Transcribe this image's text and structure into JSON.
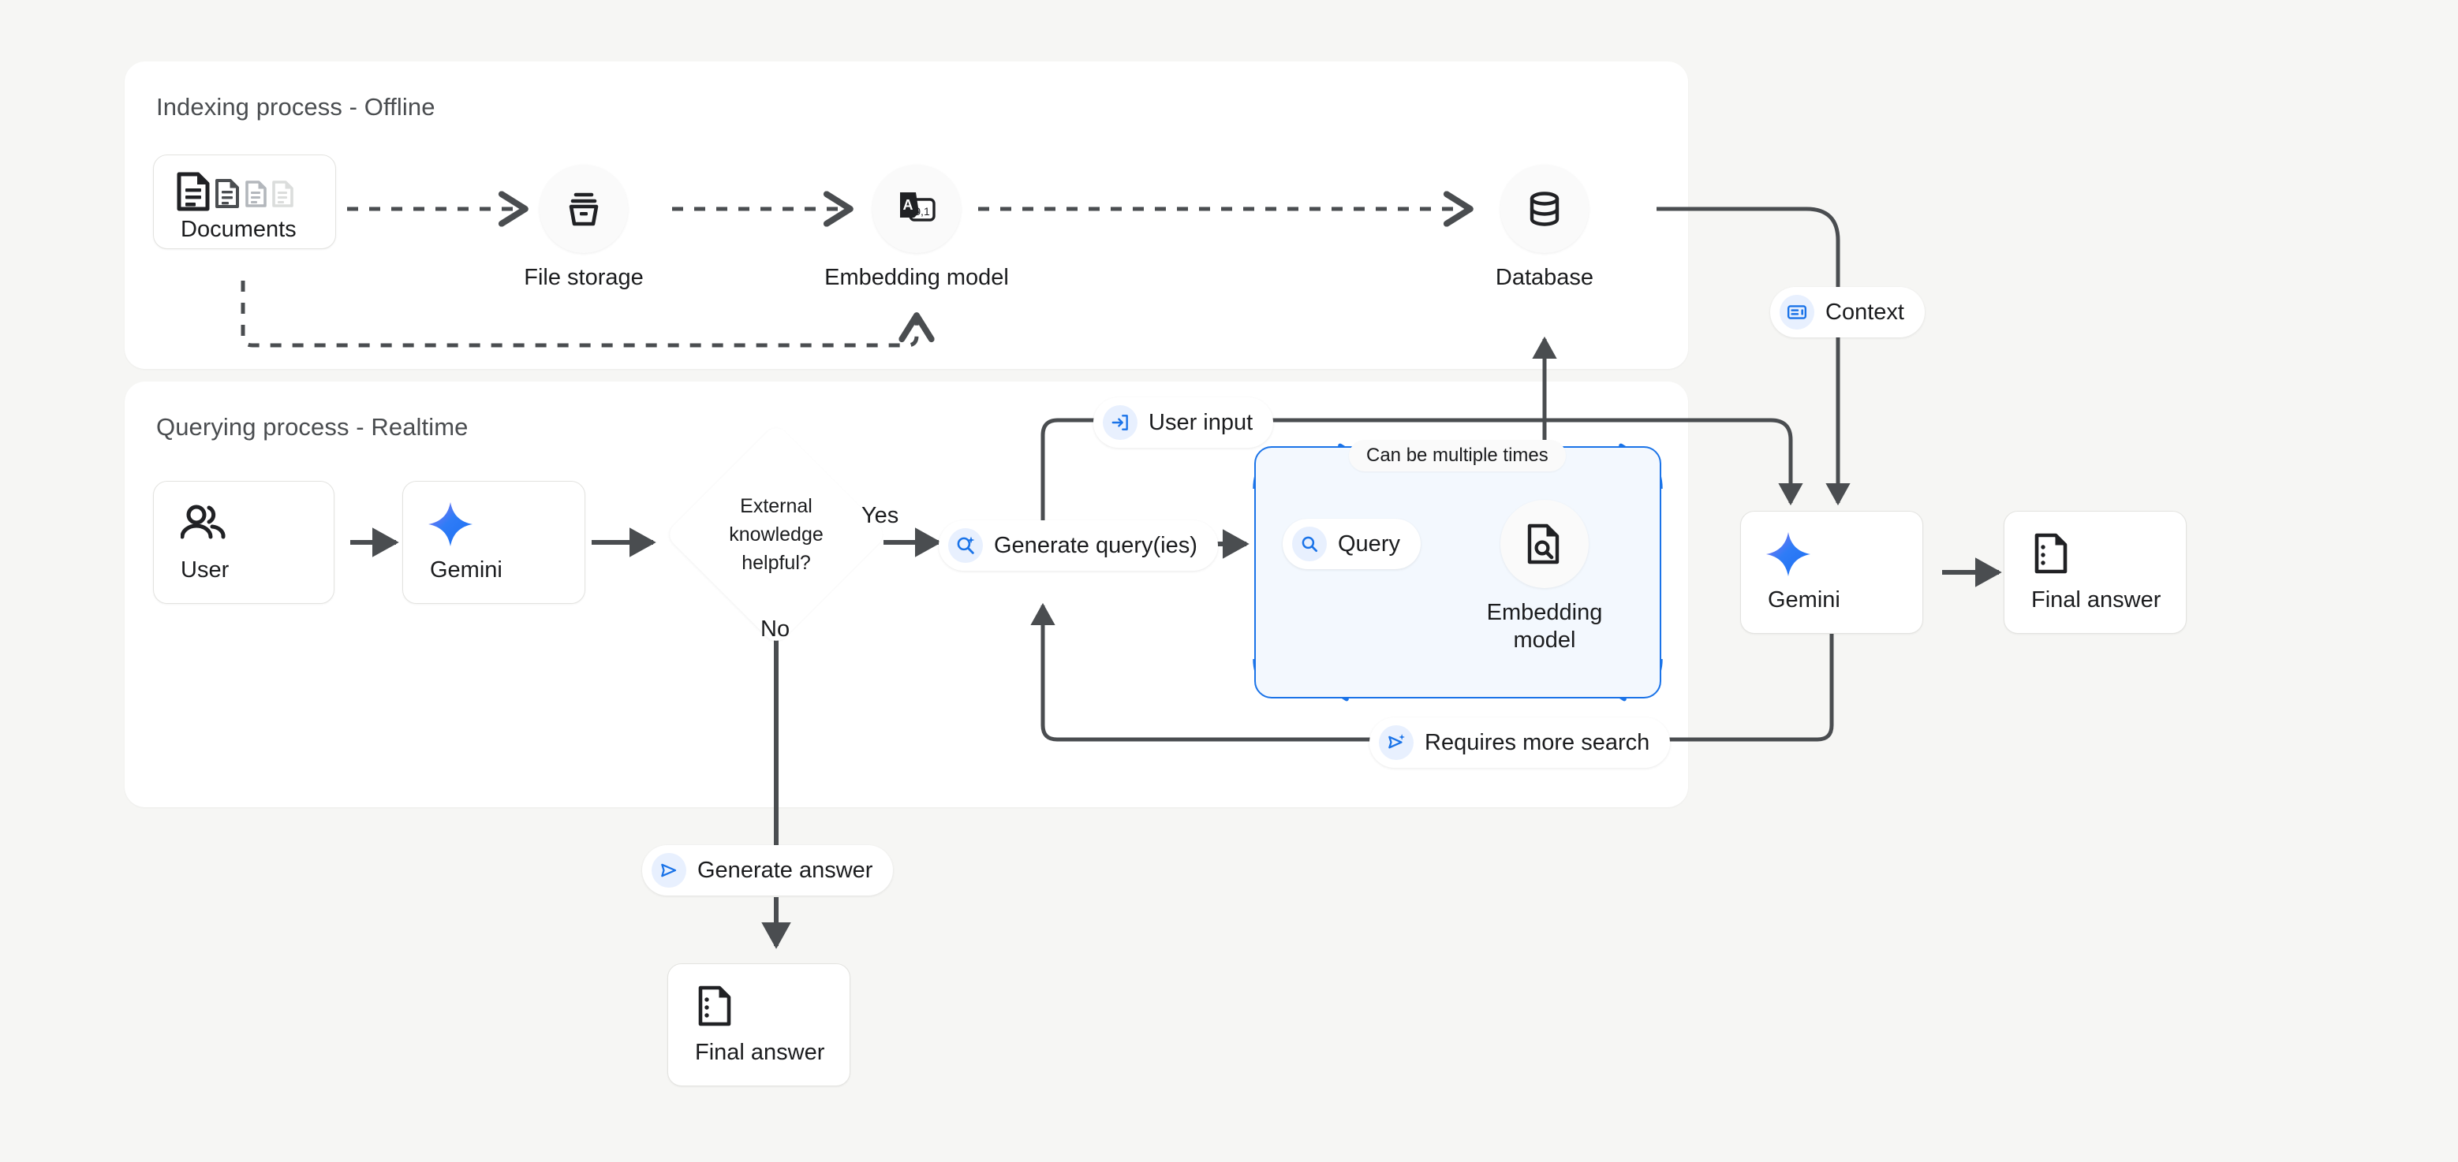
{
  "background_color": "#f6f6f4",
  "accent_color": "#1a73e8",
  "panels": [
    {
      "id": "indexing",
      "title": "Indexing process - Offline"
    },
    {
      "id": "querying",
      "title": "Querying process - Realtime"
    }
  ],
  "indexing": {
    "documents": {
      "label": "Documents",
      "icon": "documents-icon"
    },
    "file_storage": {
      "label": "File storage",
      "icon": "archive-box-icon"
    },
    "embedding_model": {
      "label": "Embedding model",
      "icon": "text-to-vector-icon"
    },
    "database": {
      "label": "Database",
      "icon": "database-cylinder-icon"
    }
  },
  "querying": {
    "user": {
      "label": "User",
      "icon": "people-icon"
    },
    "gemini_left": {
      "label": "Gemini",
      "icon": "gemini-sparkle-icon"
    },
    "decision": {
      "line1": "External",
      "line2": "knowledge",
      "line3": "helpful?"
    },
    "branch_yes": "Yes",
    "branch_no": "No",
    "generate_queries": {
      "label": "Generate query(ies)",
      "icon": "search-sparkle-icon"
    },
    "user_input": {
      "label": "User input",
      "icon": "input-arrow-icon"
    },
    "context": {
      "label": "Context",
      "icon": "context-card-icon"
    },
    "loop_caption": "Can be multiple times",
    "query": {
      "label": "Query",
      "icon": "magnifier-icon"
    },
    "embedding_model_inner": {
      "line1": "Embedding",
      "line2": "model",
      "icon": "document-search-icon"
    },
    "requires_more_search": {
      "label": "Requires more search",
      "icon": "send-sparkle-icon"
    },
    "gemini_right": {
      "label": "Gemini",
      "icon": "gemini-sparkle-icon"
    },
    "final_answer_right": {
      "label": "Final answer",
      "icon": "answer-document-icon"
    },
    "generate_answer": {
      "label": "Generate answer",
      "icon": "send-icon"
    },
    "final_answer_bottom": {
      "label": "Final answer",
      "icon": "answer-document-icon"
    }
  }
}
